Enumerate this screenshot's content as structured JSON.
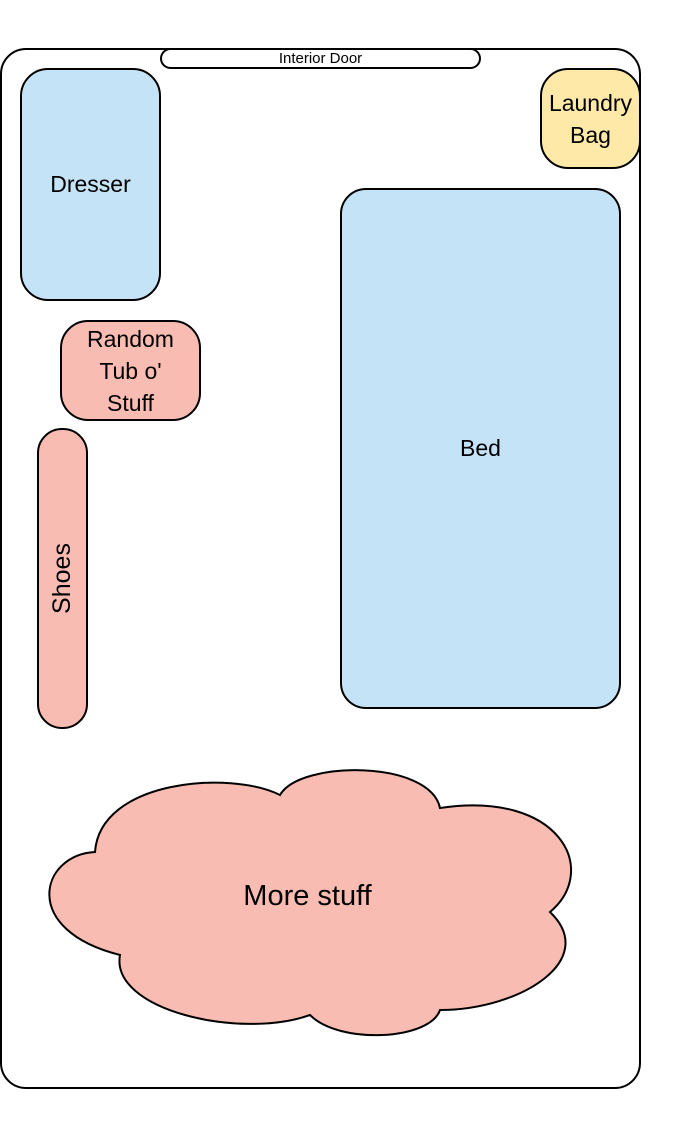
{
  "room": {
    "door_label": "Interior Door",
    "items": {
      "dresser": "Dresser",
      "laundry_line1": "Laundry",
      "laundry_line2": "Bag",
      "bed": "Bed",
      "tub_line1": "Random",
      "tub_line2": "Tub o'",
      "tub_line3": "Stuff",
      "shoes": "Shoes",
      "more_stuff": "More stuff"
    }
  },
  "colors": {
    "furniture": "#c4e3f6",
    "clutter": "#f9bcb2",
    "laundry": "#ffe9a8"
  }
}
